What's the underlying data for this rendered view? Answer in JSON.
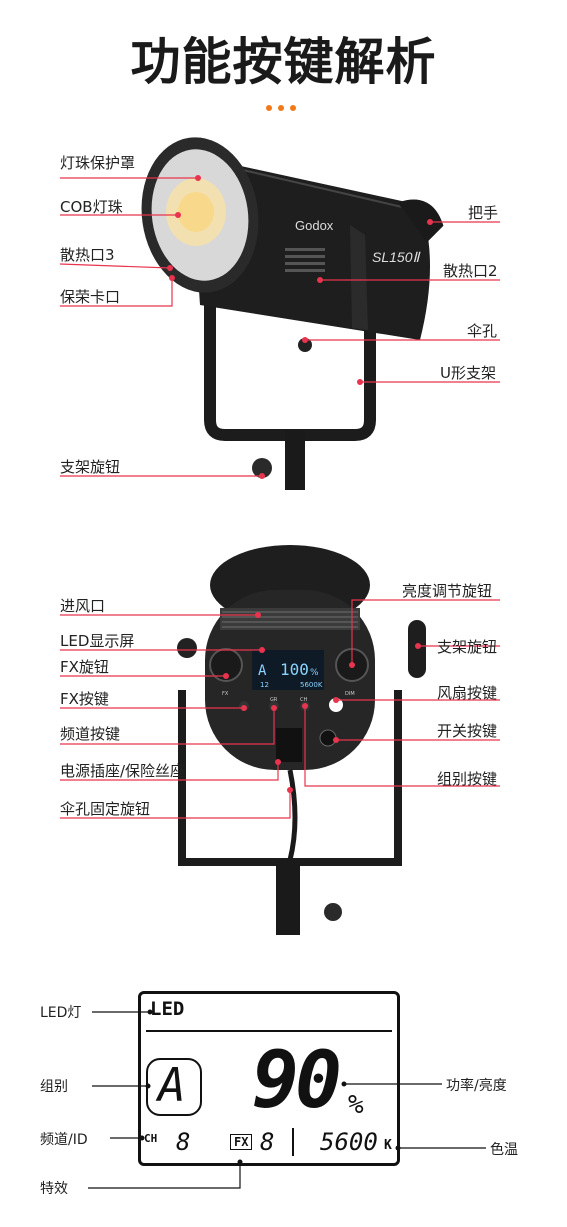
{
  "title": "功能按键解析",
  "accent_color": "#e8344e",
  "dot_color": "#f07a1a",
  "front": {
    "brand": "Godox",
    "model": "SL150Ⅱ",
    "labels_left": [
      "灯珠保护罩",
      "COB灯珠",
      "散热口3",
      "保荣卡口",
      "支架旋钮"
    ],
    "labels_right": [
      "把手",
      "散热口2",
      "伞孔",
      "U形支架"
    ]
  },
  "back": {
    "labels_left": [
      "进风口",
      "LED显示屏",
      "FX旋钮",
      "FX按键",
      "频道按键",
      "电源插座/保险丝座",
      "伞孔固定旋钮"
    ],
    "labels_right": [
      "亮度调节旋钮",
      "支架旋钮",
      "风扇按键",
      "开关按键",
      "组别按键"
    ],
    "panel": {
      "display_value": "100",
      "display_unit": "%",
      "display_group": "A",
      "display_ch": "12",
      "display_k": "5600K",
      "btn_fx": "FX",
      "btn_dim": "DIM",
      "btn_gr": "GR",
      "btn_ch": "CH"
    }
  },
  "lcd": {
    "header": "LED",
    "group": "A",
    "power": "90",
    "power_unit": "%",
    "ch_label": "CH",
    "ch_value": "8",
    "fx_label": "FX",
    "fx_value": "8",
    "temp_value": "5600",
    "temp_unit": "K",
    "labels": {
      "led": "LED灯",
      "group": "组别",
      "channel": "频道/ID",
      "effect": "特效",
      "power": "功率/亮度",
      "temp": "色温"
    }
  }
}
